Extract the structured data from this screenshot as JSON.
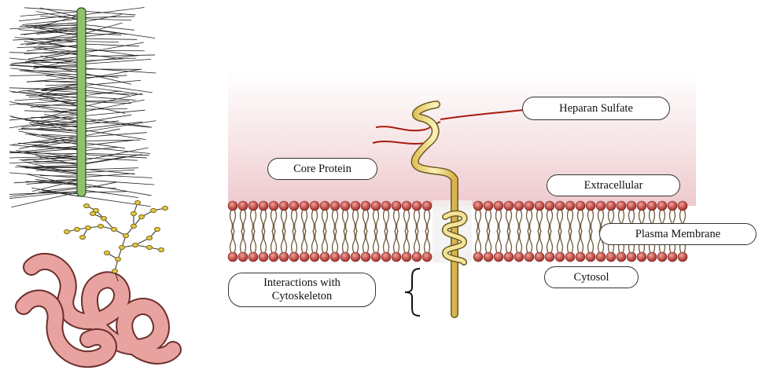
{
  "labels": {
    "heparan_sulfate": "Heparan Sulfate",
    "core_protein": "Core Protein",
    "extracellular": "Extracellular",
    "plasma_membrane": "Plasma Membrane",
    "cytosol": "Cytosol",
    "interactions": "Interactions with Cytoskeleton"
  },
  "colors": {
    "core_rod": "#8fc36b",
    "bristle": "#222222",
    "glycan_chain": "#e4c840",
    "protein_coil": "#e8a3a0",
    "extracellular_gradient_top": "#f3d5d8",
    "lipid_head": "#c1504a",
    "lipid_tail": "#6f5b3e",
    "heparan_chain": "#a81c12",
    "core_protein_fill": "#f2e39a"
  }
}
